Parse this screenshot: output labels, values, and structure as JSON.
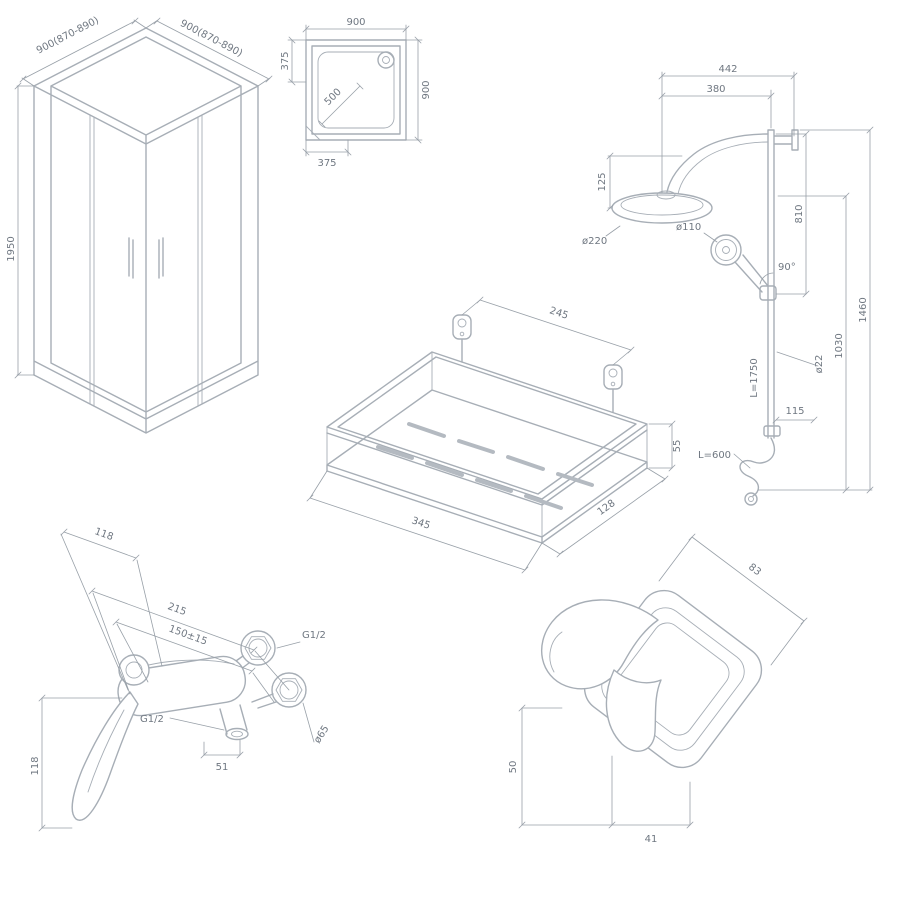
{
  "colors": {
    "background": "#ffffff",
    "line": "#a7aeb6",
    "dimension": "#98a0a8",
    "text": "#6f7781"
  },
  "enclosure": {
    "dim_edge_left": "900(870-890)",
    "dim_edge_right": "900(870-890)",
    "dim_height": "1950"
  },
  "tray": {
    "dim_top": "900",
    "dim_right": "900",
    "dim_left": "375",
    "dim_bottom": "375",
    "dim_diagonal": "500"
  },
  "shower_column": {
    "dim_reach_full": "442",
    "dim_reach_head": "380",
    "dim_head_drop": "125",
    "dim_head_diameter": "ø220",
    "dim_upper_height": "810",
    "dim_swivel_angle": "90°",
    "dim_hand_shower_diameter": "ø110",
    "dim_total_height": "1460",
    "dim_bar_height": "1030",
    "dim_pipe_diameter": "ø22",
    "dim_hose_length": "L=1750",
    "dim_bottom_offset": "115",
    "dim_lower_hose_length": "L=600"
  },
  "shelf": {
    "dim_mount_spacing": "245",
    "dim_width": "345",
    "dim_depth": "128",
    "dim_height": "55"
  },
  "mixer": {
    "dim_top": "118",
    "dim_center_distance": "215",
    "dim_mount_spacing": "150±15",
    "thread_top": "G1/2",
    "thread_bottom": "G1/2",
    "dim_flange_diameter": "ø65",
    "dim_outlet": "51",
    "dim_height": "118"
  },
  "hook": {
    "dim_width": "83",
    "dim_height": "50",
    "dim_depth": "41"
  }
}
